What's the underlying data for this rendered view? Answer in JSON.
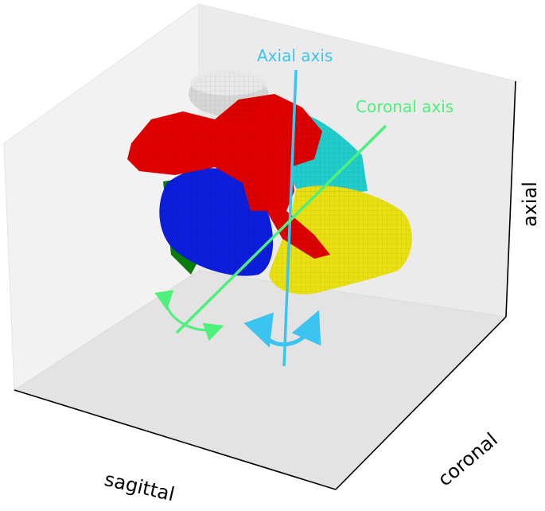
{
  "axes": {
    "x_label": "sagittal",
    "y_label": "coronal",
    "z_label": "axial"
  },
  "annotations": {
    "axial_axis": {
      "text": "Axial axis",
      "color": "#3cc4f0"
    },
    "coronal_axis": {
      "text": "Coronal axis",
      "color": "#4cf07a"
    }
  },
  "structures": [
    {
      "name": "red",
      "color": "#e00000"
    },
    {
      "name": "blue",
      "color": "#0a1edc"
    },
    {
      "name": "yellow",
      "color": "#e8e010"
    },
    {
      "name": "cyan",
      "color": "#20cccc"
    },
    {
      "name": "green",
      "color": "#0a7a0a"
    },
    {
      "name": "gray",
      "color": "#d6d6d6"
    }
  ]
}
